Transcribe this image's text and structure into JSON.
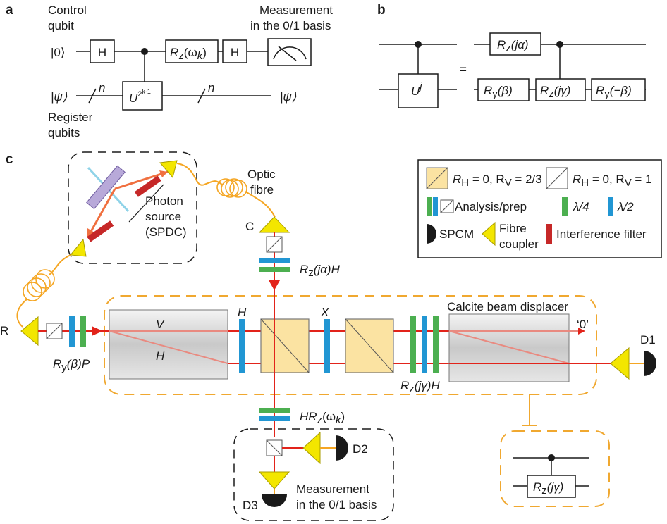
{
  "colors": {
    "beam": "#e2231a",
    "fibre": "#f5a623",
    "dash_orange": "#f0a830",
    "cube_fill": "#fbe3a2",
    "blue_plate": "#2196d3",
    "green_plate": "#4caf50",
    "filter": "#c62828",
    "coupler": "#f3e600",
    "crystal": "#b8a9d9",
    "pump": "#8fd3e8",
    "photon_path": "#f07040"
  },
  "panel_a": {
    "tag": "a",
    "control_label_1": "Control",
    "control_label_2": "qubit",
    "ket0": "|0⟩",
    "ket_psi_in": "|ψ⟩",
    "ket_psi_out": "|ψ⟩",
    "register_label_1": "Register",
    "register_label_2": "qubits",
    "h_gate_1": "H",
    "h_gate_2": "H",
    "rz_gate": "R",
    "rz_sub": "z",
    "rz_arg": "(ω",
    "rz_arg_sub": "k",
    "rz_arg_end": ")",
    "u_gate": "U",
    "u_sup": "2",
    "u_sup2": "k-1",
    "n_1": "n",
    "n_2": "n",
    "meas_label_1": "Measurement",
    "meas_label_2": "in the 0/1 basis"
  },
  "panel_b": {
    "tag": "b",
    "uj": "U",
    "uj_sup": "j",
    "equals": "=",
    "rz_top": "R",
    "rz_top_sub": "z",
    "rz_top_arg": "(jα)",
    "ry_1": "R",
    "ry_1_sub": "y",
    "ry_1_arg": "(β)",
    "rz_mid": "R",
    "rz_mid_sub": "z",
    "rz_mid_arg": "(jγ)",
    "ry_2": "R",
    "ry_2_sub": "y",
    "ry_2_arg": "(−β)"
  },
  "panel_c": {
    "tag": "c",
    "photon_source_1": "Photon",
    "photon_source_2": "source",
    "photon_source_3": "(SPDC)",
    "optic_fibre_1": "Optic",
    "optic_fibre_2": "fibre",
    "c_label": "C",
    "r_label": "R",
    "rz_ja_h": "R",
    "rz_ja_h_sub": "z",
    "rz_ja_h_arg": "(jα)H",
    "ry_b_p": "R",
    "ry_b_p_sub": "y",
    "ry_b_p_arg": "(β)P",
    "v_label": "V",
    "h_label": "H",
    "h_plate_label": "H",
    "x_plate_label": "X",
    "calcite_label": "Calcite beam displacer",
    "zero_label": "‘0’",
    "rz_jg_h": "R",
    "rz_jg_h_sub": "z",
    "rz_jg_h_arg": "(jγ)H",
    "d1": "D1",
    "d2": "D2",
    "d3": "D3",
    "h_rz_wk": "HR",
    "h_rz_wk_sub": "z",
    "h_rz_wk_arg": "(ω",
    "h_rz_wk_arg_sub": "k",
    "h_rz_wk_arg_end": ")",
    "meas_label_1": "Measurement",
    "meas_label_2": "in the 0/1 basis",
    "inset_rz": "R",
    "inset_rz_sub": "z",
    "inset_rz_arg": "(jγ)"
  },
  "legend": {
    "rh_a": "R",
    "rh_a_sub": "H",
    "rh_a_val": " = 0, R",
    "rv_a_sub": "V",
    "rv_a_val": " = 2/3",
    "rh_b": "R",
    "rh_b_sub": "H",
    "rh_b_val": " = 0, R",
    "rv_b_sub": "V",
    "rv_b_val": " = 1",
    "analysis": "Analysis/prep",
    "quarter": "λ/4",
    "half": "λ/2",
    "spcm": "SPCM",
    "fibre_coupler_1": "Fibre",
    "fibre_coupler_2": "coupler",
    "interference": "Interference filter"
  }
}
